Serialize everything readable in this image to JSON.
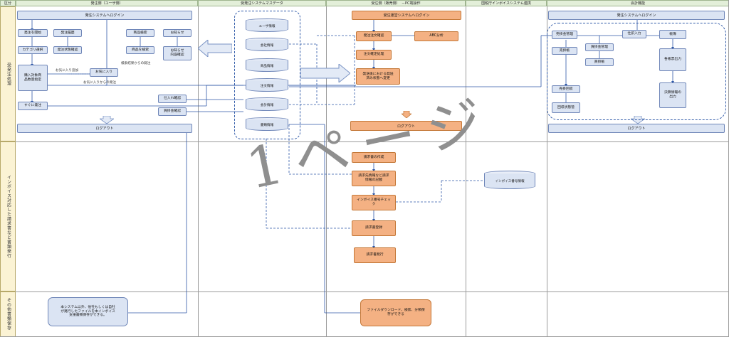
{
  "header": {
    "kubun": "区分",
    "user": "発注側（ユーザ側）",
    "master": "受発注システムマスデータ",
    "seller": "受注側（販売側）　－PC端操作",
    "invoice_sys": "国税庁インボイスシステム連携",
    "accounting": "会計機能"
  },
  "lanes": {
    "lane1": "受発注処理",
    "lane2": "インボイス対応した請求書など書類発行",
    "lane3": "その他書類保存"
  },
  "user": {
    "login": "発注システムへログイン",
    "start_order": "発注を開始",
    "history": "発注履歴",
    "product_search": "商品検索",
    "notice": "お知らせ",
    "category": "カテゴリ選択",
    "status_confirm": "発注状態確認",
    "search_products": "商品を検索",
    "notice_detail": "お知らせ\n内容確認",
    "search_result_label": "検索結果からの発注",
    "select_items": "購入対象商\n品数量指定",
    "fav_add_label": "お気に入り追加",
    "favorites": "お気に入り",
    "fav_order_label": "お気に入りからの発注",
    "order_now": "すぐに発注",
    "purchase_confirm": "仕入れ確認",
    "payable_confirm": "買掛金確認",
    "logout": "ログアウト",
    "storage_note": "本システム以外、他社もしくは自社\nが発行したファイルを本インボイス\n支援書類保存ができる。"
  },
  "master": {
    "db": [
      "ユーザ情報",
      "会社情報",
      "商品情報",
      "注文情報",
      "会計情報",
      "書類情報"
    ]
  },
  "seller": {
    "login": "受注運営システムへログイン",
    "order_confirm": "発注注文確認",
    "abc": "ABC分析",
    "order_process": "注文確定処理",
    "shipping_change": "発送後における発送\n済み状態へ変更",
    "logout": "ログアウト",
    "invoice_create": "請求書の作成",
    "invoice_info": "請求先情報など請求\n情報の記載",
    "invoice_check": "インボイス番号チェッ\nク",
    "invoice_register": "請求書登録",
    "invoice_issue": "請求書発行",
    "file_dl": "ファイルダウンロード、検索、分類保\n存ができる"
  },
  "invoice_sys": {
    "db": "インボイス番号情報"
  },
  "accounting": {
    "login": "発注システムへログイン",
    "ar_manage": "売掛金管理",
    "journal": "仕訳入力",
    "ledger": "帳簿",
    "ar_book": "売掛帳",
    "ap_manage": "買掛金管理",
    "ap_book": "買掛帳",
    "statements": "各帳票出力",
    "collection": "売掛回収",
    "collection_status": "回収状態管",
    "settlement": "決算情報の\n出力",
    "logout": "ログアウト"
  },
  "watermark": "1ページ"
}
